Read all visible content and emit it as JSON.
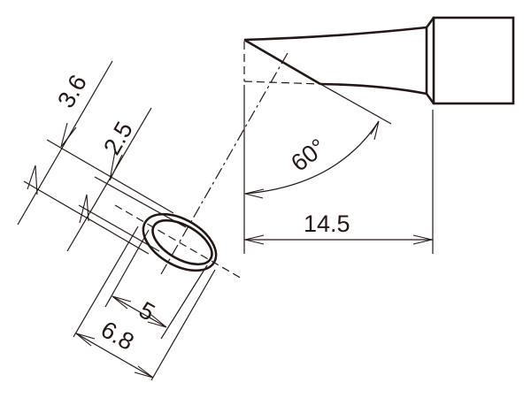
{
  "diagram": {
    "subject": "soldering tip dimension drawing",
    "line_color": "#231815",
    "background": "#ffffff",
    "side_view": {
      "angle_label": "60°",
      "length_label": "14.5"
    },
    "end_view": {
      "labels": {
        "outer_thickness": "3.6",
        "inner_thickness": "2.5",
        "inner_width": "5",
        "outer_width": "6.8"
      }
    }
  }
}
